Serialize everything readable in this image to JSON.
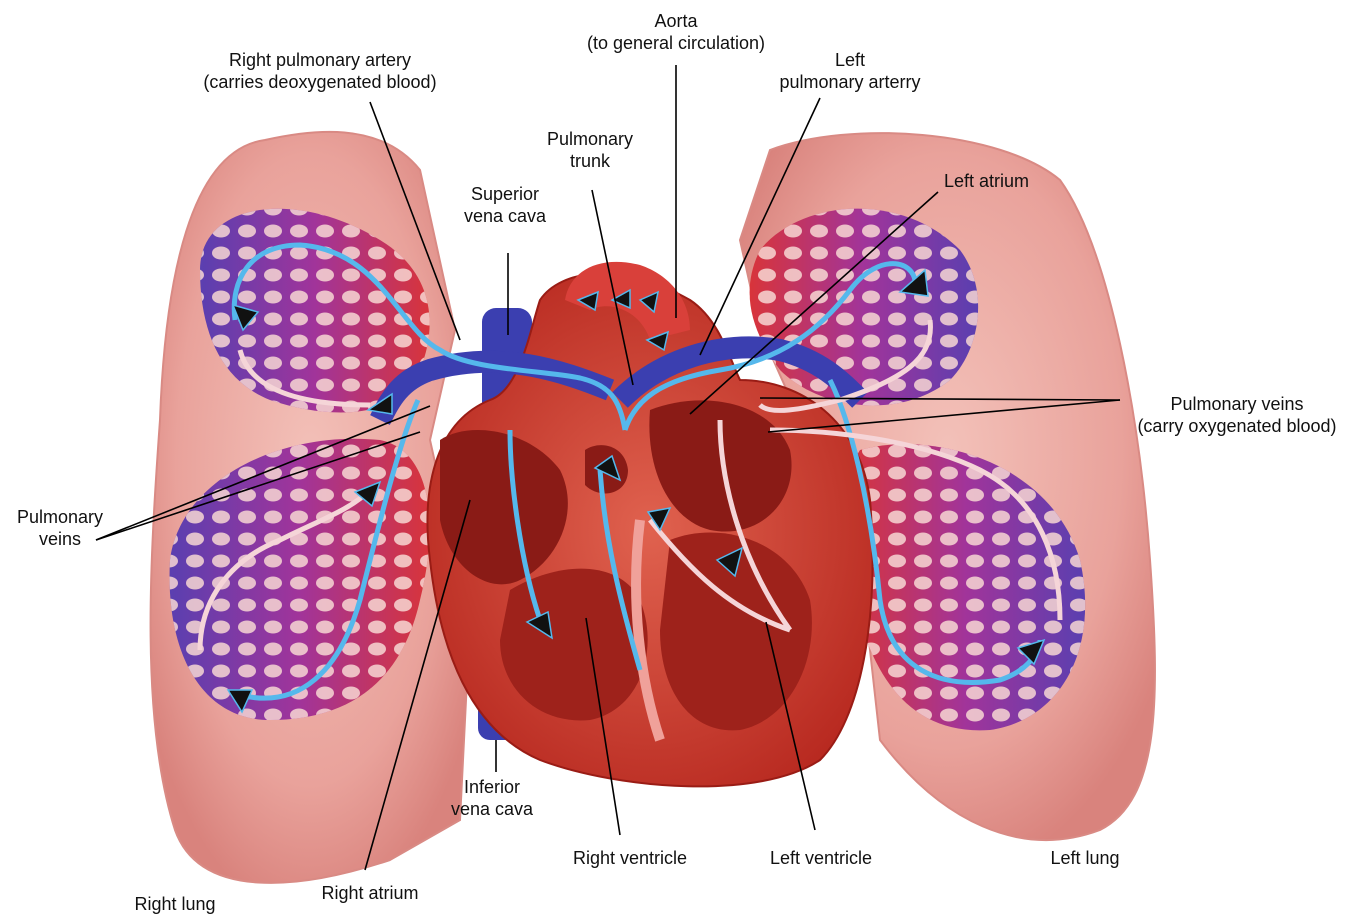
{
  "labels": {
    "aorta": [
      "Aorta",
      "(to general circulation)"
    ],
    "right_pulmonary_artery": [
      "Right pulmonary artery",
      "(carries deoxygenated blood)"
    ],
    "left_pulmonary_artery": [
      "Left",
      "pulmonary arterry"
    ],
    "pulmonary_trunk": [
      "Pulmonary",
      "trunk"
    ],
    "superior_vena_cava": [
      "Superior",
      "vena cava"
    ],
    "left_atrium": [
      "Left atrium"
    ],
    "pulmonary_veins_right": [
      "Pulmonary veins",
      "(carry oxygenated blood)"
    ],
    "pulmonary_veins_left": [
      "Pulmonary",
      "veins"
    ],
    "inferior_vena_cava": [
      "Inferior",
      "vena cava"
    ],
    "right_ventricle": [
      "Right ventricle"
    ],
    "left_ventricle": [
      "Left ventricle"
    ],
    "left_lung": [
      "Left lung"
    ],
    "right_lung": [
      "Right lung"
    ],
    "right_atrium": [
      "Right atrium"
    ]
  },
  "colors": {
    "lung": "#e9a29b",
    "lung_edge": "#d98a84",
    "vessel_blue": "#3b3fb0",
    "flow_blue": "#55b8ec",
    "flow_pink": "#f5d5d8",
    "heart_red": "#c8322a",
    "leader": "#000000"
  }
}
